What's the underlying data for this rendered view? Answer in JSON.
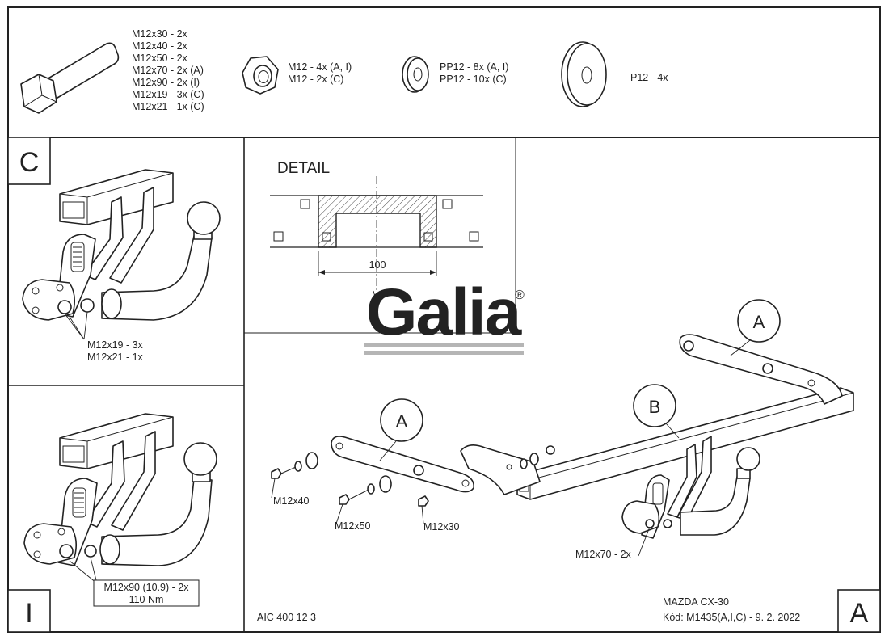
{
  "hardware": {
    "bolt_specs": [
      "M12x30 - 2x",
      "M12x40 - 2x",
      "M12x50 - 2x",
      "M12x70 - 2x (A)",
      "M12x90 - 2x (I)",
      "M12x19 - 3x (C)",
      "M12x21 - 1x (C)"
    ],
    "nut_specs": [
      "M12 - 4x (A, I)",
      "M12 - 2x (C)"
    ],
    "washer_specs": [
      "PP12 - 8x (A, I)",
      "PP12 - 10x (C)"
    ],
    "plate_specs": [
      "P12 - 4x"
    ]
  },
  "panel_c": {
    "letter": "C",
    "note_lines": [
      "M12x19 - 3x",
      "M12x21 - 1x"
    ]
  },
  "panel_i": {
    "letter": "I",
    "note_lines": [
      "M12x90 (10.9) - 2x",
      "110 Nm"
    ]
  },
  "detail": {
    "title": "DETAIL",
    "dimension": "100"
  },
  "logo": {
    "text": "Galia",
    "mark": "®"
  },
  "assembly": {
    "callout_a_left": "A",
    "callout_a_right": "A",
    "callout_b": "B",
    "bolt_m12x40": "M12x40",
    "bolt_m12x50": "M12x50",
    "bolt_m12x30": "M12x30",
    "bolt_m12x70": "M12x70 - 2x"
  },
  "footer": {
    "code": "AIC 400 12 3",
    "model": "MAZDA CX-30",
    "kod": "Kód: M1435(A,I,C) - 9. 2. 2022",
    "letter": "A"
  }
}
